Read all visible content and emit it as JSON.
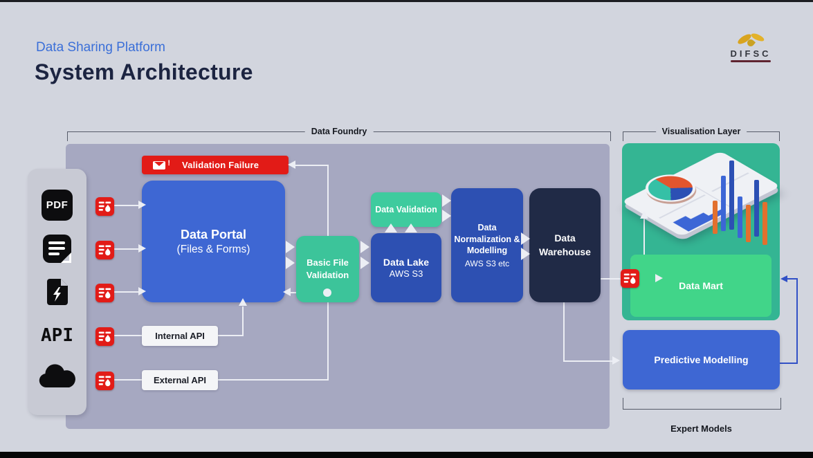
{
  "header": {
    "subtitle": "Data Sharing Platform",
    "title": "System Architecture",
    "logo_text": "DIFSC"
  },
  "sections": {
    "data_foundry_label": "Data Foundry",
    "visualisation_layer_label": "Visualisation Layer",
    "expert_models_label": "Expert Models"
  },
  "sources": {
    "pdf_label": "PDF",
    "api_label": "API",
    "icons": [
      "pdf-file-icon",
      "document-icon",
      "zip-file-icon",
      "api-icon",
      "cloud-icon"
    ],
    "quality_icon": "data-quality-icon"
  },
  "nodes": {
    "validation_failure": "Validation Failure",
    "data_portal_title": "Data Portal",
    "data_portal_subtitle": "(Files & Forms)",
    "basic_file_validation": "Basic File Validation",
    "data_validation": "Data Validation",
    "data_lake_title": "Data Lake",
    "data_lake_subtitle": "AWS S3",
    "data_normalization_title": "Data Normalization & Modelling",
    "data_normalization_subtitle": "AWS S3 etc",
    "data_warehouse": "Data Warehouse",
    "internal_api": "Internal API",
    "external_api": "External API",
    "data_mart": "Data Mart",
    "predictive_modelling": "Predictive Modelling"
  },
  "colors": {
    "background": "#d2d5de",
    "foundry_panel": "#a6a8c1",
    "accent_blue": "#3e67d3",
    "deep_blue": "#2d50b2",
    "dark_navy": "#202a46",
    "emerald": "#3cc49a",
    "viz_teal": "#34b593",
    "mart_green": "#41d589",
    "alert_red": "#e21b17",
    "connector_white": "#eceef4",
    "connector_blue": "#3150c6"
  }
}
